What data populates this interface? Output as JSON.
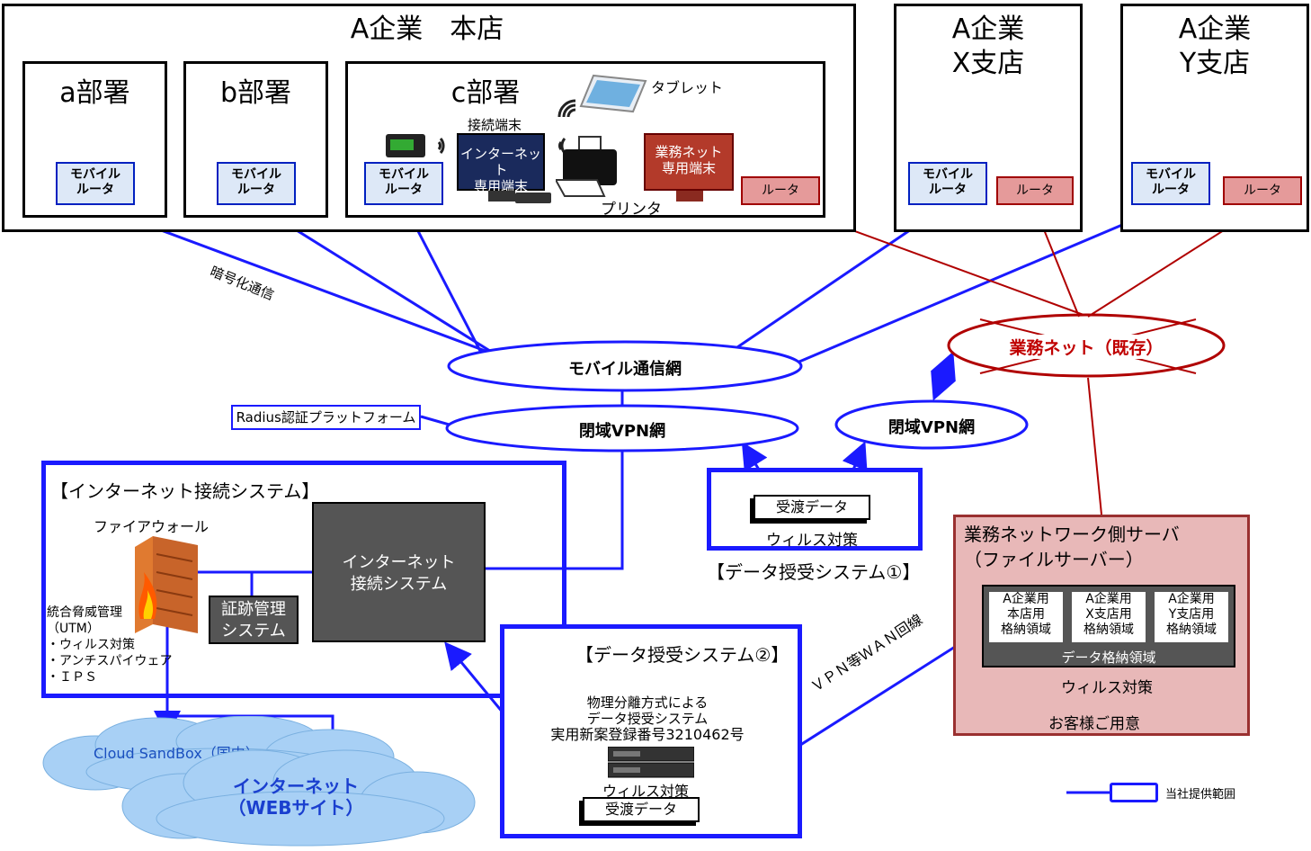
{
  "hq": {
    "title": "A企業　本店",
    "depts": [
      {
        "title": "a部署",
        "router": [
          "モバイル",
          "ルータ"
        ]
      },
      {
        "title": "b部署",
        "router": [
          "モバイル",
          "ルータ"
        ]
      },
      {
        "title": "c部署",
        "router": [
          "モバイル",
          "ルータ"
        ]
      }
    ],
    "c_dept": {
      "tablet_label": "タブレット",
      "terminal_label": "接続端末",
      "internet_terminal": [
        "インターネット",
        "専用端末"
      ],
      "business_terminal": [
        "業務ネット",
        "専用端末"
      ],
      "printer_label": "プリンタ",
      "router_label": "ルータ"
    }
  },
  "branch_x": {
    "title": [
      "A企業",
      "X支店"
    ],
    "mobile_router": [
      "モバイル",
      "ルータ"
    ],
    "router": "ルータ"
  },
  "branch_y": {
    "title": [
      "A企業",
      "Y支店"
    ],
    "mobile_router": [
      "モバイル",
      "ルータ"
    ],
    "router": "ルータ"
  },
  "networks": {
    "encrypted": "暗号化通信",
    "mobile": "モバイル通信網",
    "closed_vpn_1": "閉域VPN網",
    "closed_vpn_2": "閉域VPN網",
    "business_net": "業務ネット（既存）",
    "radius": "Radius認証プラットフォーム",
    "vpn_wan": "ＶＰＮ等ＷＡＮ回線"
  },
  "internet_system": {
    "title": "【インターネット接続システム】",
    "firewall": "ファイアウォール",
    "utm": [
      "統合脅威管理",
      "（UTM）",
      "・ウィルス対策",
      "・アンチスパイウェア",
      "・ＩＰＳ"
    ],
    "log_system": [
      "証跡管理",
      "システム"
    ],
    "inet_system": [
      "インターネット",
      "接続システム"
    ]
  },
  "data_sys_1": {
    "doc": "受渡データ",
    "virus": "ウィルス対策",
    "title": "【データ授受システム①】"
  },
  "data_sys_2": {
    "title": "【データ授受システム②】",
    "desc": [
      "物理分離方式による",
      "データ授受システム",
      "実用新案登録番号3210462号"
    ],
    "virus": "ウィルス対策",
    "doc": "受渡データ"
  },
  "server": {
    "title": [
      "業務ネットワーク側サーバ",
      "（ファイルサーバー）"
    ],
    "stores": [
      [
        "A企業用",
        "本店用",
        "格納領域"
      ],
      [
        "A企業用",
        "X支店用",
        "格納領域"
      ],
      [
        "A企業用",
        "Y支店用",
        "格納領域"
      ]
    ],
    "data_area": "データ格納領域",
    "virus": "ウィルス対策",
    "customer": "お客様ご用意"
  },
  "clouds": {
    "sandbox": "Cloud SandBox（国内）",
    "internet": [
      "インターネット",
      "（WEBサイト）"
    ]
  },
  "legend": {
    "label": "当社提供範囲"
  },
  "colors": {
    "blue": "#1a1aff",
    "red": "#b00000",
    "business_text": "#c00000"
  }
}
